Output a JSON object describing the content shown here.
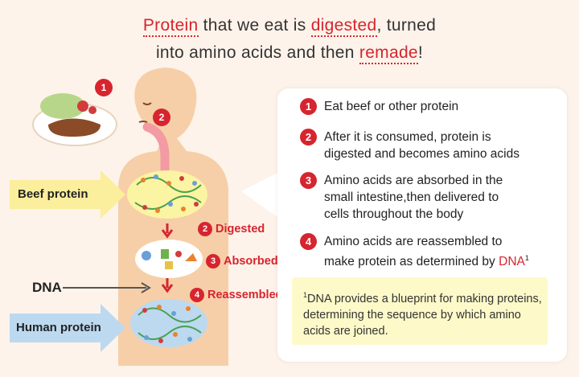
{
  "title": {
    "line1": [
      "Protein",
      " that we eat is ",
      "digested",
      ", turned"
    ],
    "line2": [
      "into amino acids and then ",
      "remade",
      "!"
    ]
  },
  "body_labels": {
    "beef_protein": "Beef protein",
    "dna": "DNA",
    "human_protein": "Human protein",
    "digested": "Digested",
    "absorbed": "Absorbed",
    "reassembled": "Reassembled",
    "num_food": "1",
    "num_mouth": "2",
    "num_digested": "2",
    "num_absorbed": "3",
    "num_reassembled": "4"
  },
  "steps": [
    {
      "num": "1",
      "text": "Eat beef or other protein"
    },
    {
      "num": "2",
      "line1": "After it is consumed, protein is",
      "line2": "digested and becomes amino acids"
    },
    {
      "num": "3",
      "line1": "Amino acids are absorbed in the",
      "line2": "small intestine,then delivered to",
      "line3": "cells throughout the body"
    },
    {
      "num": "4",
      "line1": "Amino acids are reassembled to",
      "line2": "make protein as determined by ",
      "dna": "DNA",
      "sup": "1"
    }
  ],
  "footnote": {
    "sup": "1",
    "text": "DNA provides a blueprint for making proteins, determining the sequence by which amino acids are joined."
  },
  "colors": {
    "accent_red": "#d6252f",
    "background": "#fdf3ea",
    "note_yellow": "#fdf9c9",
    "body_skin": "#f6cfa8",
    "arrow_yellow": "#fbee9c",
    "arrow_blue": "#bcd9f0"
  }
}
